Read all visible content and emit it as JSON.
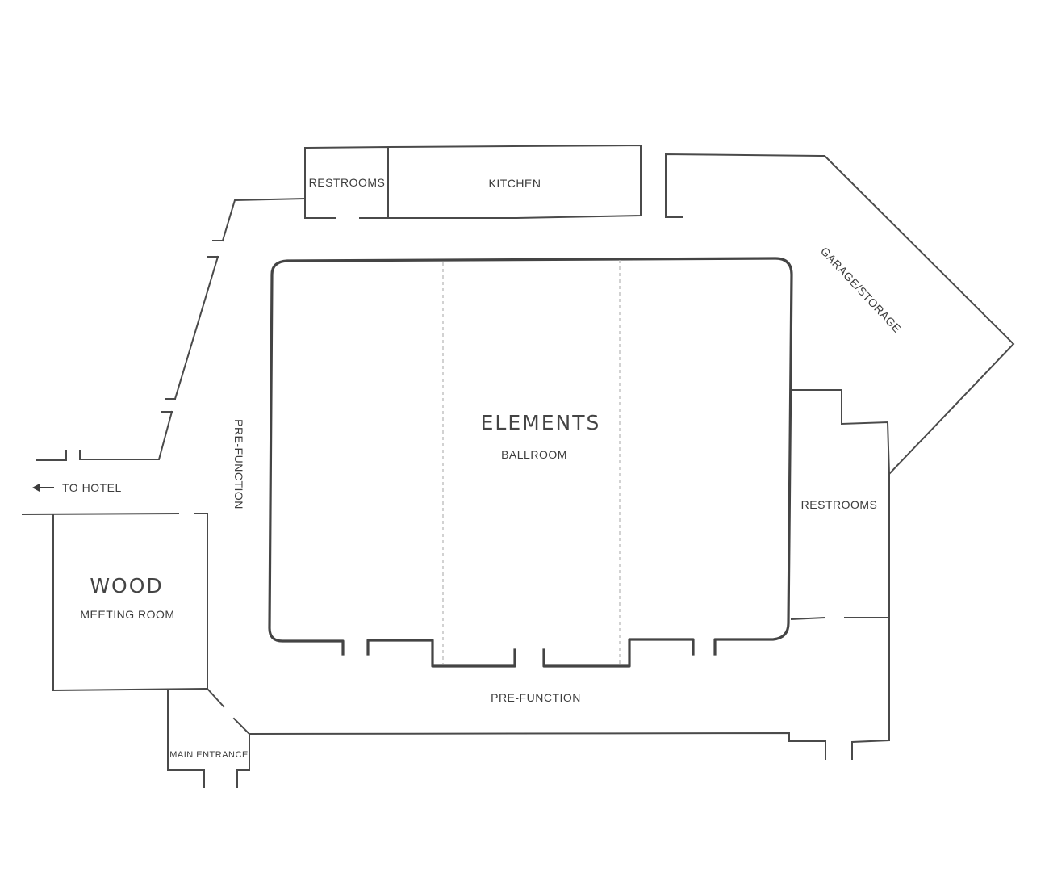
{
  "rooms": {
    "restrooms_top": "RESTROOMS",
    "kitchen": "KITCHEN",
    "garage_storage": "GARAGE/STORAGE",
    "ballroom_name": "ELEMENTS",
    "ballroom_type": "BALLROOM",
    "restrooms_right": "RESTROOMS",
    "meeting_room_name": "WOOD",
    "meeting_room_type": "MEETING ROOM",
    "main_entrance": "MAIN ENTRANCE",
    "prefunction_side": "PRE-FUNCTION",
    "prefunction_bottom": "PRE-FUNCTION"
  },
  "directions": {
    "to_hotel": "TO HOTEL",
    "to_hotel_arrow": "left-arrow-icon"
  },
  "colors": {
    "walls": "#4a4a4a",
    "dividers": "#b5b5b5",
    "labels": "#3c3c3c"
  }
}
